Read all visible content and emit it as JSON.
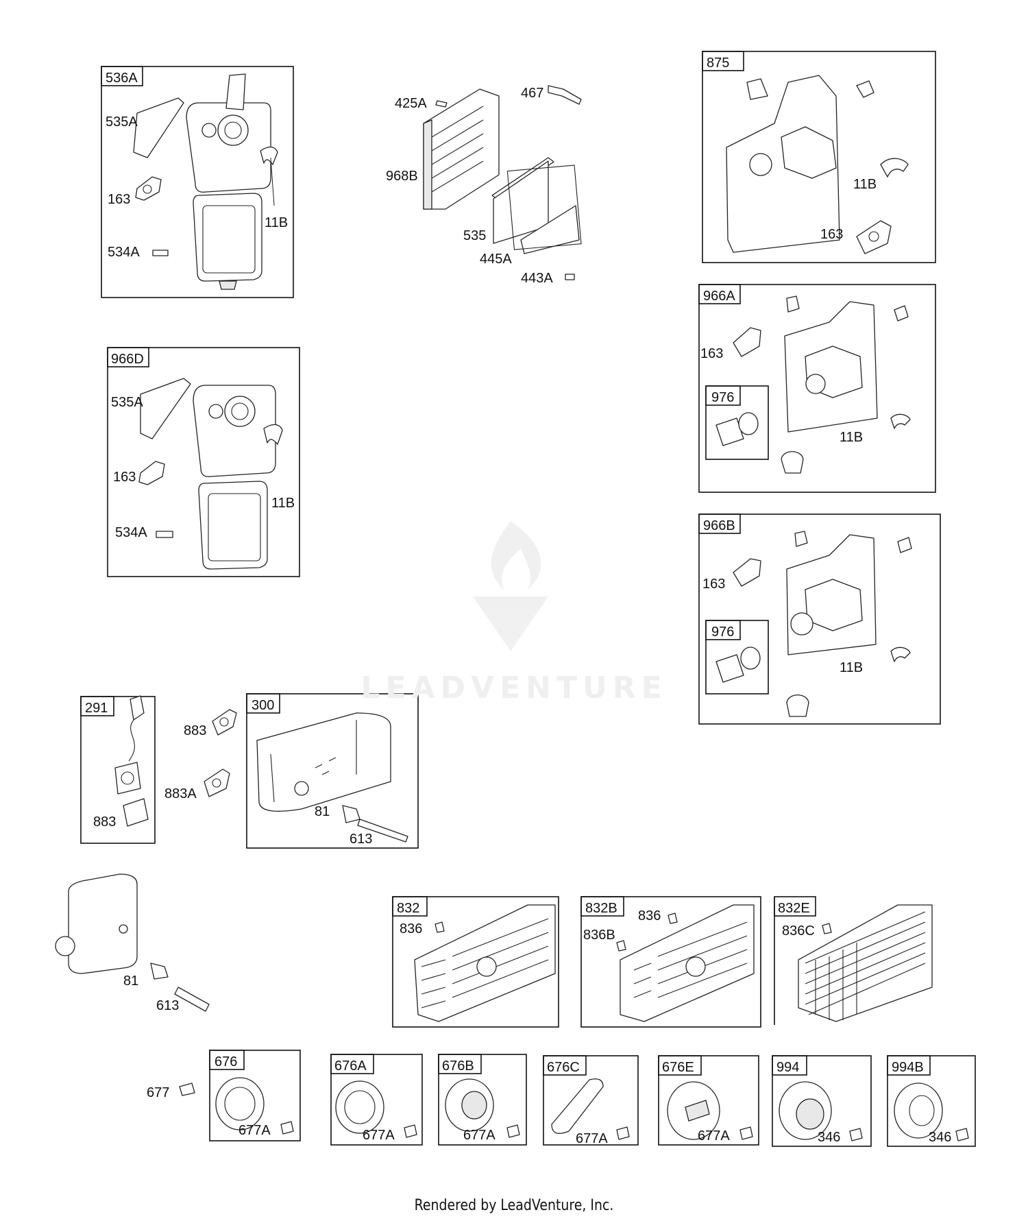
{
  "footer": {
    "text": "Rendered by LeadVenture, Inc."
  },
  "watermark": {
    "text": "LEADVENTURE"
  },
  "boxes": {
    "b536A": "536A",
    "b966D": "966D",
    "b875": "875",
    "b966A": "966A",
    "b976a": "976",
    "b966B": "966B",
    "b976b": "976",
    "b291": "291",
    "b300": "300",
    "b832": "832",
    "b832B": "832B",
    "b832E": "832E",
    "b676": "676",
    "b676A": "676A",
    "b676B": "676B",
    "b676C": "676C",
    "b676E": "676E",
    "b994": "994",
    "b994B": "994B"
  },
  "labels": {
    "l535A_1": "535A",
    "l163_1": "163",
    "l534A_1": "534A",
    "l11B_1": "11B",
    "l535A_2": "535A",
    "l163_2": "163",
    "l534A_2": "534A",
    "l11B_2": "11B",
    "l425A": "425A",
    "l467": "467",
    "l968B": "968B",
    "l535": "535",
    "l445A": "445A",
    "l443A": "443A",
    "l11B_875": "11B",
    "l163_875": "163",
    "l163_966A": "163",
    "l11B_966A": "11B",
    "l163_966B": "163",
    "l11B_966B": "11B",
    "l883a": "883",
    "l883b": "883",
    "l883A": "883A",
    "l81a": "81",
    "l613a": "613",
    "l81b": "81",
    "l613b": "613",
    "l836": "836",
    "l836b1": "836",
    "l836B": "836B",
    "l836C": "836C",
    "l677": "677",
    "l677A_1": "677A",
    "l677A_2": "677A",
    "l677A_3": "677A",
    "l677A_4": "677A",
    "l677A_5": "677A",
    "l346_1": "346",
    "l346_2": "346"
  }
}
